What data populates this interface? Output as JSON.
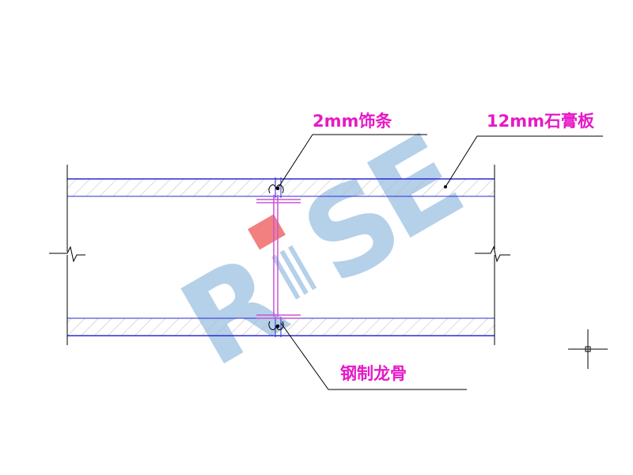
{
  "labels": {
    "trim_strip": "2mm饰条",
    "gypsum_board": "12mm石膏板",
    "steel_keel": "钢制龙骨"
  },
  "watermark": {
    "text": "RISE"
  },
  "colors": {
    "label": "#e619c8",
    "board_outline": "#2b2bd6",
    "hatch": "#b8b8b8",
    "keel": "#c855d6",
    "line": "#000000",
    "watermark_blue": "#a9c8e6",
    "watermark_red": "#f06a6a"
  }
}
